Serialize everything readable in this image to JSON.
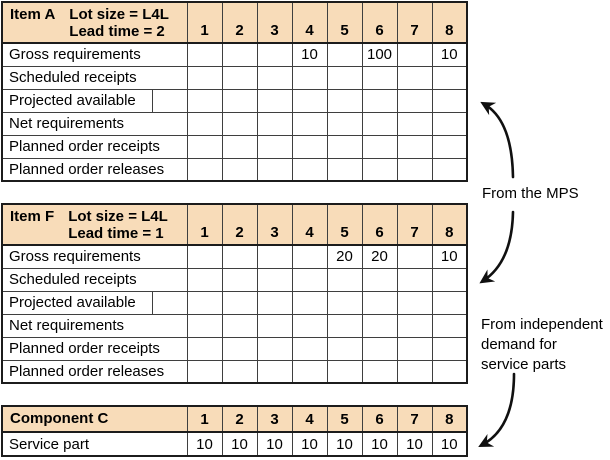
{
  "colors": {
    "header_fill": "#f8dcb9",
    "frame_line": "#1c1c1c",
    "grid_line": "#3f3f3f",
    "arrow": "#101010",
    "text": "#000000"
  },
  "mrp_records": [
    {
      "name": "item-a",
      "item": "Item A",
      "lot_size": "Lot size = L4L",
      "lead_time": "Lead time = 2",
      "periods": [
        "1",
        "2",
        "3",
        "4",
        "5",
        "6",
        "7",
        "8"
      ],
      "rows": [
        {
          "label": "Gross requirements",
          "split_label_cell": false,
          "values": [
            "",
            "",
            "",
            "10",
            "",
            "100",
            "",
            "10"
          ]
        },
        {
          "label": "Scheduled receipts",
          "split_label_cell": false,
          "values": [
            "",
            "",
            "",
            "",
            "",
            "",
            "",
            ""
          ]
        },
        {
          "label": "Projected available",
          "split_label_cell": true,
          "extra_cell_value": "",
          "values": [
            "",
            "",
            "",
            "",
            "",
            "",
            "",
            ""
          ]
        },
        {
          "label": "Net requirements",
          "split_label_cell": false,
          "values": [
            "",
            "",
            "",
            "",
            "",
            "",
            "",
            ""
          ]
        },
        {
          "label": "Planned order receipts",
          "split_label_cell": false,
          "values": [
            "",
            "",
            "",
            "",
            "",
            "",
            "",
            ""
          ]
        },
        {
          "label": "Planned order releases",
          "split_label_cell": false,
          "values": [
            "",
            "",
            "",
            "",
            "",
            "",
            "",
            ""
          ]
        }
      ]
    },
    {
      "name": "item-f",
      "item": "Item F",
      "lot_size": "Lot size = L4L",
      "lead_time": "Lead time = 1",
      "periods": [
        "1",
        "2",
        "3",
        "4",
        "5",
        "6",
        "7",
        "8"
      ],
      "rows": [
        {
          "label": "Gross requirements",
          "split_label_cell": false,
          "values": [
            "",
            "",
            "",
            "",
            "20",
            "20",
            "",
            "10"
          ]
        },
        {
          "label": "Scheduled receipts",
          "split_label_cell": false,
          "values": [
            "",
            "",
            "",
            "",
            "",
            "",
            "",
            ""
          ]
        },
        {
          "label": "Projected available",
          "split_label_cell": true,
          "extra_cell_value": "",
          "values": [
            "",
            "",
            "",
            "",
            "",
            "",
            "",
            ""
          ]
        },
        {
          "label": "Net requirements",
          "split_label_cell": false,
          "values": [
            "",
            "",
            "",
            "",
            "",
            "",
            "",
            ""
          ]
        },
        {
          "label": "Planned order receipts",
          "split_label_cell": false,
          "values": [
            "",
            "",
            "",
            "",
            "",
            "",
            "",
            ""
          ]
        },
        {
          "label": "Planned order releases",
          "split_label_cell": false,
          "values": [
            "",
            "",
            "",
            "",
            "",
            "",
            "",
            ""
          ]
        }
      ]
    }
  ],
  "component_record": {
    "name": "component-c",
    "title": "Component C",
    "periods": [
      "1",
      "2",
      "3",
      "4",
      "5",
      "6",
      "7",
      "8"
    ],
    "rows": [
      {
        "label": "Service part",
        "values": [
          "10",
          "10",
          "10",
          "10",
          "10",
          "10",
          "10",
          "10"
        ]
      }
    ]
  },
  "annotations": {
    "from_mps": "From the MPS",
    "from_independent_lines": [
      "From independent",
      "demand for",
      "service parts"
    ]
  }
}
